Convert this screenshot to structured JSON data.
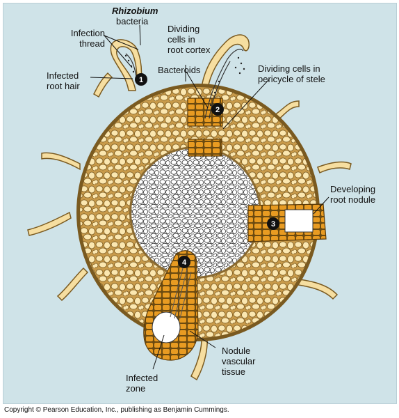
{
  "labels": {
    "rhizobium": "Rhizobium",
    "bacteria": "bacteria",
    "infection_thread": "Infection\nthread",
    "infected_root_hair": "Infected\nroot hair",
    "dividing_cortex": "Dividing\ncells in\nroot cortex",
    "bacteroids": "Bacteroids",
    "dividing_pericycle": "Dividing cells in\npericycle of stele",
    "developing_nodule": "Developing\nroot nodule",
    "nodule_vascular": "Nodule\nvascular\ntissue",
    "infected_zone": "Infected\nzone"
  },
  "steps": [
    "1",
    "2",
    "3",
    "4"
  ],
  "copyright": "Copyright © Pearson Education, Inc., publishing as Benjamin Cummings.",
  "colors": {
    "background": "#cfe3e8",
    "cortex_cell": "#fbe7b0",
    "tissue_brown": "#c89a4a",
    "nodule_orange": "#e89b22",
    "stele": "#ffffff",
    "marker": "#111111"
  }
}
